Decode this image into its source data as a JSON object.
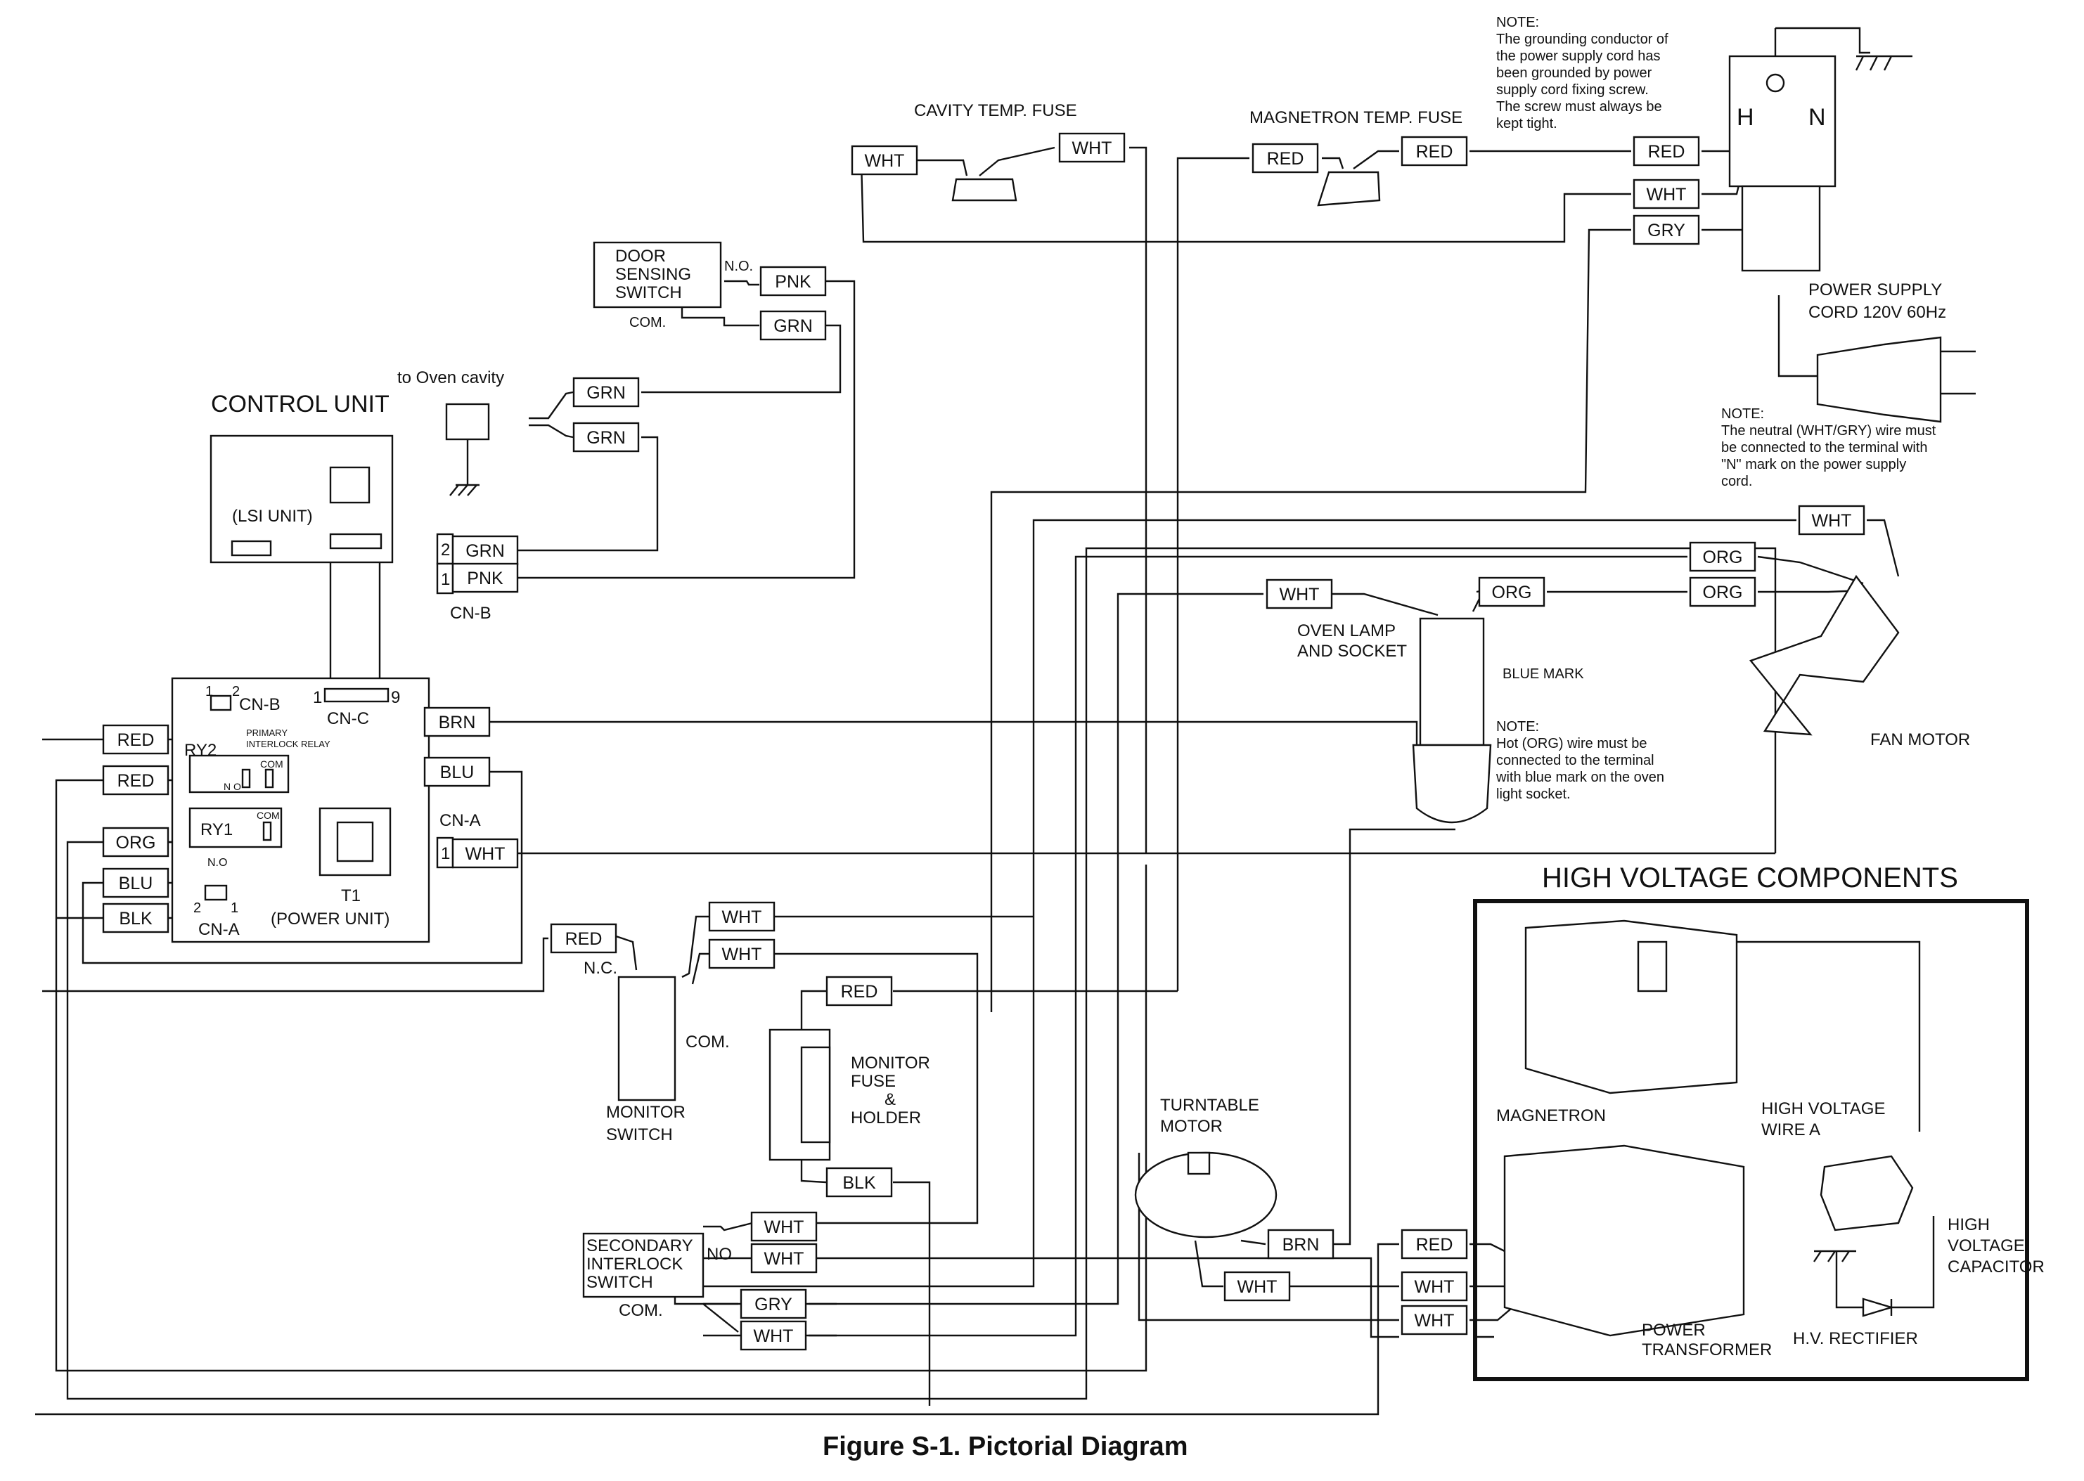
{
  "figure": {
    "caption": "Figure S-1. Pictorial Diagram"
  },
  "sections": {
    "control_unit": "CONTROL UNIT",
    "lsi_unit": "(LSI UNIT)",
    "power_unit": "(POWER UNIT)",
    "high_voltage": "HIGH VOLTAGE COMPONENTS"
  },
  "components": {
    "cavity_fuse": "CAVITY TEMP. FUSE",
    "magnetron_fuse": "MAGNETRON TEMP. FUSE",
    "door_switch": [
      "DOOR",
      "SENSING",
      "SWITCH"
    ],
    "oven_cavity": "to Oven cavity",
    "power_cord": [
      "POWER SUPPLY",
      "CORD 120V 60Hz"
    ],
    "oven_lamp": [
      "OVEN LAMP",
      "AND SOCKET"
    ],
    "blue_mark": "BLUE MARK",
    "fan_motor": "FAN MOTOR",
    "monitor_switch": [
      "MONITOR",
      "SWITCH"
    ],
    "monitor_fuse": [
      "MONITOR",
      "FUSE",
      "&",
      "HOLDER"
    ],
    "turntable": [
      "TURNTABLE",
      "MOTOR"
    ],
    "secondary_switch": [
      "SECONDARY",
      "INTERLOCK",
      "SWITCH"
    ],
    "magnetron": "MAGNETRON",
    "hv_wire": [
      "HIGH VOLTAGE",
      "WIRE A"
    ],
    "hv_capacitor": [
      "HIGH",
      "VOLTAGE",
      "CAPACITOR"
    ],
    "power_transformer": [
      "POWER",
      "TRANSFORMER"
    ],
    "hv_rectifier": "H.V. RECTIFIER"
  },
  "pins": {
    "cn_b": "CN-B",
    "cn_c": "CN-C",
    "cn_a": "CN-A",
    "ry1": "RY1",
    "ry2": "RY2",
    "t1": "T1",
    "primary_relay": [
      "PRIMARY",
      "INTERLOCK RELAY"
    ],
    "no": "N.O.",
    "no_short": "N O",
    "no_ry1": "N.O",
    "nc": "N.C.",
    "com": "COM.",
    "com_short": "COM",
    "no_sec": "NO",
    "h": "H",
    "n": "N",
    "one": "1",
    "two": "2",
    "nine": "9"
  },
  "notes": {
    "ground": [
      "NOTE:",
      "The grounding conductor of",
      "the power supply cord has",
      "been grounded by power",
      "supply cord fixing screw.",
      "The screw must always  be",
      "kept tight."
    ],
    "neutral": [
      "NOTE:",
      "The neutral (WHT/GRY) wire must",
      "be connected to the terminal with",
      "\"N\" mark on the power supply",
      "cord."
    ],
    "hot": [
      "NOTE:",
      "Hot (ORG) wire must be",
      "connected to the terminal",
      "with blue mark on the oven",
      "light socket."
    ]
  },
  "wire_tags": {
    "cav_l": "WHT",
    "cav_r": "WHT",
    "mag_l": "RED",
    "mag_r": "RED",
    "cord_red": "RED",
    "cord_wht": "WHT",
    "cord_gry": "GRY",
    "door_pnk": "PNK",
    "door_grn": "GRN",
    "cav_grn1": "GRN",
    "cav_grn2": "GRN",
    "cnb_grn": "GRN",
    "cnb_pnk": "PNK",
    "fan_wht": "WHT",
    "fan_org1": "ORG",
    "fan_org2": "ORG",
    "lamp_wht": "WHT",
    "lamp_org": "ORG",
    "brn": "BRN",
    "blu": "BLU",
    "cna_wht": "WHT",
    "red1": "RED",
    "red2": "RED",
    "org": "ORG",
    "blu_l": "BLU",
    "blk": "BLK",
    "mon_red": "RED",
    "mon_wht1": "WHT",
    "mon_wht2": "WHT",
    "fuse_red": "RED",
    "fuse_blk": "BLK",
    "sec_wht1": "WHT",
    "sec_wht2": "WHT",
    "sec_gry": "GRY",
    "sec_wht3": "WHT",
    "tt_brn": "BRN",
    "tt_wht": "WHT",
    "tr_red": "RED",
    "tr_wht1": "WHT",
    "tr_wht2": "WHT"
  }
}
